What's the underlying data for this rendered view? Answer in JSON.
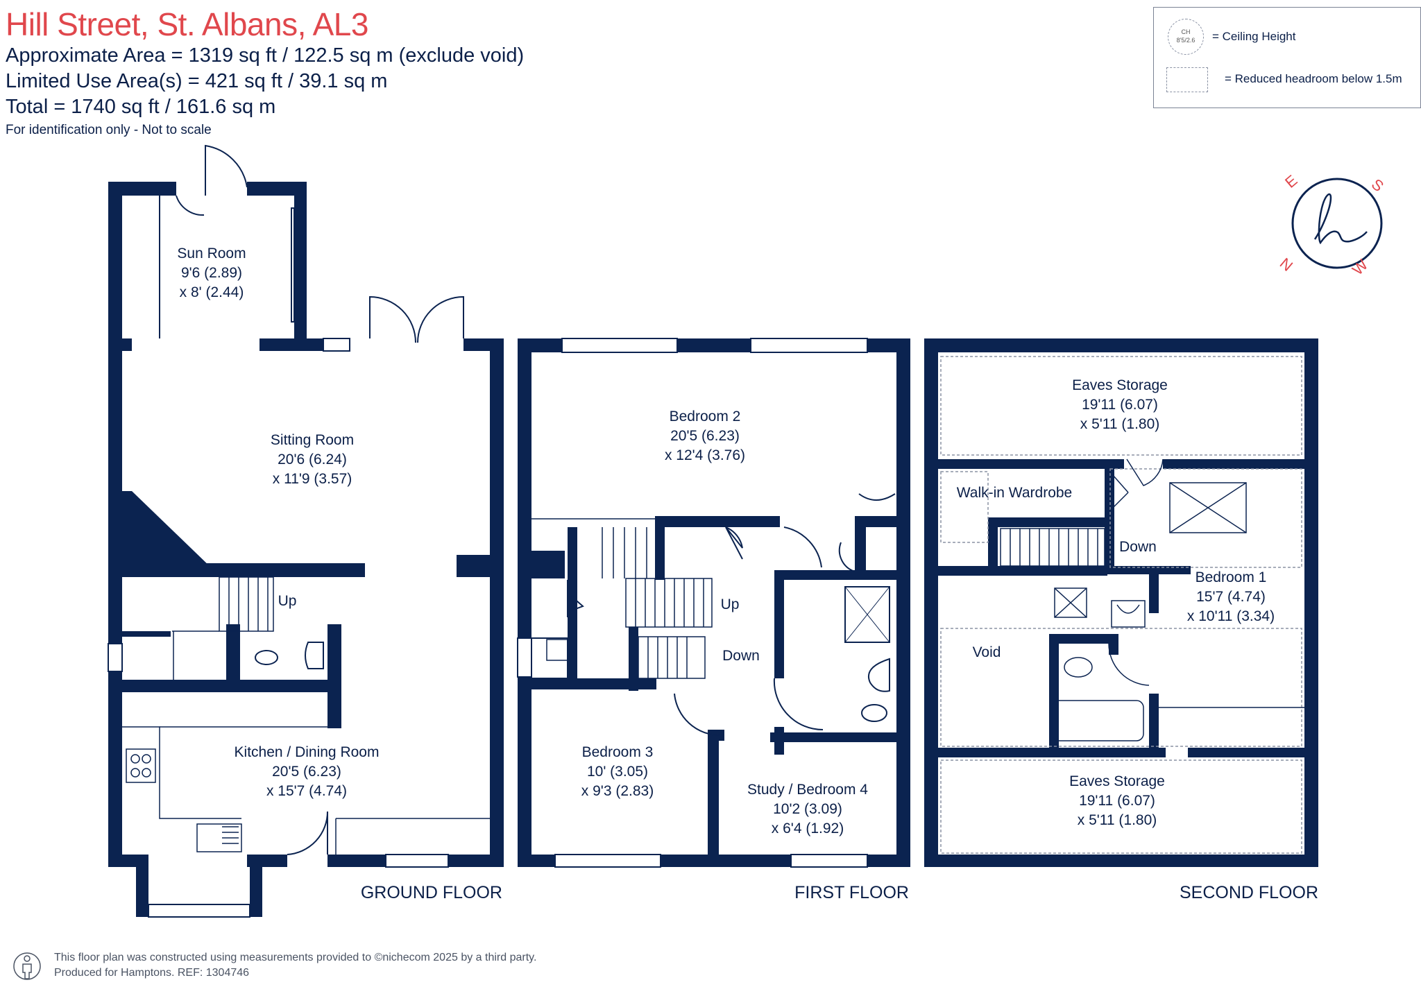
{
  "header": {
    "title": "Hill Street, St. Albans, AL3",
    "approx_area": "Approximate Area = 1319 sq ft / 122.5 sq m (exclude void)",
    "limited_area": "Limited Use Area(s) = 421 sq ft / 39.1 sq m",
    "total": "Total = 1740 sq ft / 161.6 sq m",
    "note": "For identification only - Not to scale"
  },
  "legend": {
    "ch_symbol": "CH",
    "ch_value": "8'5/2.6",
    "ceiling_height": "= Ceiling Height",
    "reduced_headroom": "= Reduced headroom below 1.5m"
  },
  "compass": {
    "n": "N",
    "e": "E",
    "s": "S",
    "w": "W"
  },
  "ground_floor": {
    "label": "GROUND FLOOR",
    "sun_room": {
      "name": "Sun Room",
      "dim1": "9'6 (2.89)",
      "dim2": "x 8' (2.44)"
    },
    "sitting_room": {
      "name": "Sitting Room",
      "dim1": "20'6 (6.24)",
      "dim2": "x 11'9 (3.57)"
    },
    "kitchen": {
      "name": "Kitchen / Dining Room",
      "dim1": "20'5 (6.23)",
      "dim2": "x 15'7 (4.74)"
    },
    "stairs_up": "Up"
  },
  "first_floor": {
    "label": "FIRST FLOOR",
    "bedroom2": {
      "name": "Bedroom 2",
      "dim1": "20'5 (6.23)",
      "dim2": "x 12'4 (3.76)"
    },
    "bedroom3": {
      "name": "Bedroom 3",
      "dim1": "10' (3.05)",
      "dim2": "x 9'3 (2.83)"
    },
    "study": {
      "name": "Study / Bedroom 4",
      "dim1": "10'2 (3.09)",
      "dim2": "x 6'4 (1.92)"
    },
    "stairs_up": "Up",
    "stairs_down": "Down"
  },
  "second_floor": {
    "label": "SECOND FLOOR",
    "eaves_top": {
      "name": "Eaves Storage",
      "dim1": "19'11 (6.07)",
      "dim2": "x 5'11 (1.80)"
    },
    "eaves_bottom": {
      "name": "Eaves Storage",
      "dim1": "19'11 (6.07)",
      "dim2": "x 5'11 (1.80)"
    },
    "wardrobe": "Walk-in Wardrobe",
    "bedroom1": {
      "name": "Bedroom 1",
      "dim1": "15'7 (4.74)",
      "dim2": "x 10'11 (3.34)"
    },
    "void": "Void",
    "stairs_down": "Down"
  },
  "footer": {
    "line1": "This floor plan was constructed using measurements provided to ©nichecom 2025 by a third party.",
    "line2": "Produced for Hamptons.   REF: 1304746"
  },
  "colors": {
    "wall": "#0b2350",
    "title": "#e0474c",
    "text": "#0b1f48",
    "compass_letters": "#e0474c"
  }
}
